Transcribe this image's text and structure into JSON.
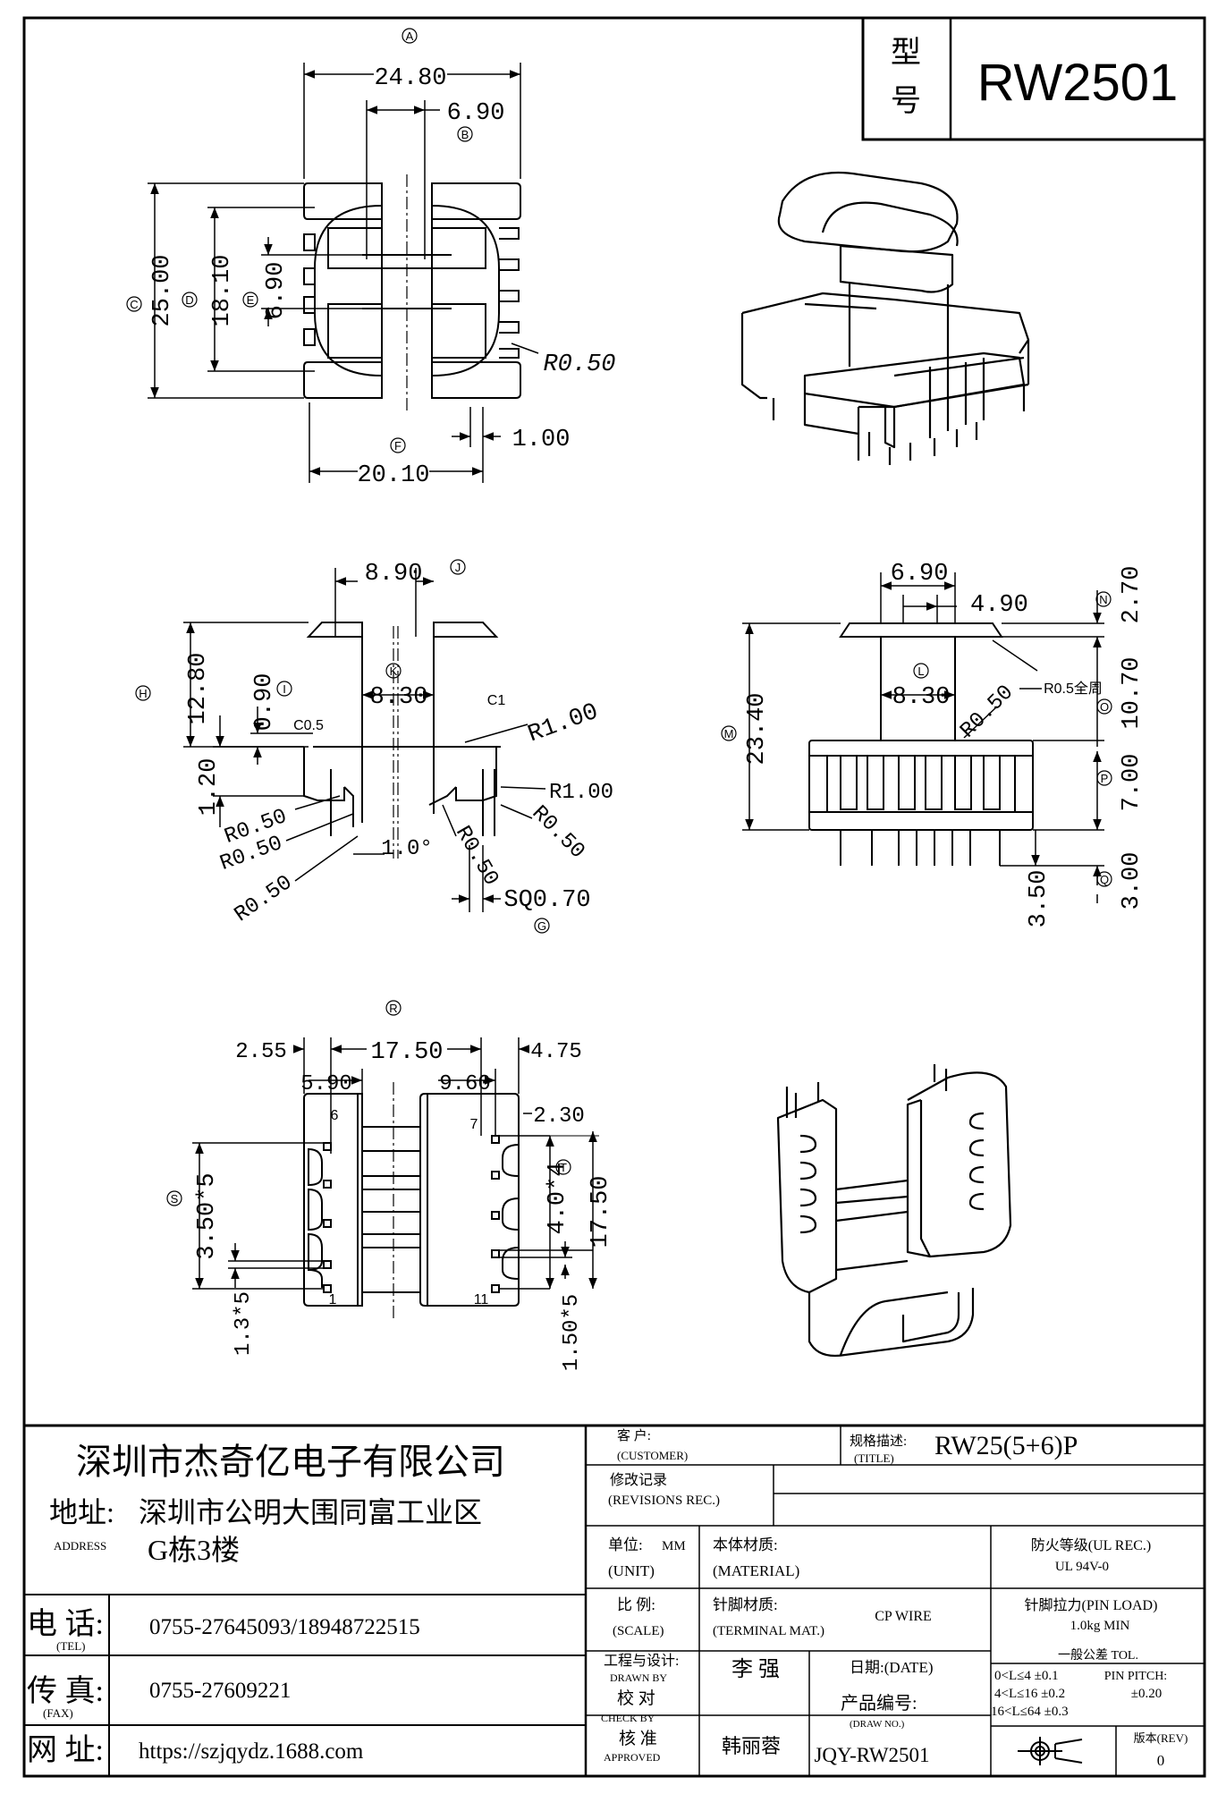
{
  "model": {
    "label_top": "型",
    "label_bottom": "号",
    "value": "RW2501"
  },
  "top_view": {
    "markers": [
      "A",
      "B",
      "C",
      "D",
      "E",
      "F"
    ],
    "dims": [
      "24.80",
      "6.90",
      "25.00",
      "18.10",
      "6.90",
      "R0.50",
      "1.00",
      "20.10"
    ]
  },
  "front_view": {
    "markers": [
      "J",
      "H",
      "I",
      "K",
      "G"
    ],
    "dims": [
      "8.90",
      "12.80",
      "0.90",
      "8.30",
      "C1",
      "R1.00",
      "C0.5",
      "1.20",
      "R1.00",
      "R0.50",
      "R0.50",
      "R0.50",
      "1.0°",
      "R0.50",
      "R0.50",
      "SQ0.70"
    ]
  },
  "side_view": {
    "markers": [
      "N",
      "L",
      "M",
      "O",
      "P",
      "Q"
    ],
    "dims": [
      "6.90",
      "4.90",
      "2.70",
      "8.30",
      "R0.50",
      "R0.5全周",
      "23.40",
      "10.70",
      "7.00",
      "3.50",
      "3.00"
    ]
  },
  "bottom_view": {
    "markers": [
      "R",
      "S",
      "T"
    ],
    "dims": [
      "2.55",
      "17.50",
      "4.75",
      "5.90",
      "9.60",
      "2.30",
      "3.50*5",
      "4.0*4",
      "17.50",
      "1.3*5",
      "1.50*5"
    ],
    "pins": [
      "6",
      "1",
      "7",
      "11"
    ]
  },
  "title_block": {
    "company": "深圳市杰奇亿电子有限公司",
    "address_label": "地址:",
    "address_label_en": "ADDRESS",
    "address_line1": "深圳市公明大围同富工业区",
    "address_line2": "G栋3楼",
    "tel_label": "电 话:",
    "tel_label_en": "(TEL)",
    "tel_value": "0755-27645093/18948722515",
    "fax_label": "传 真:",
    "fax_label_en": "(FAX)",
    "fax_value": "0755-27609221",
    "web_label": "网 址:",
    "web_value": "https://szjqydz.1688.com",
    "customer_label": "客 户:",
    "customer_label_en": "(CUSTOMER)",
    "spec_label": "规格描述:",
    "spec_label_en": "(TITLE)",
    "spec_value": "RW25(5+6)P",
    "revisions_label": "修改记录",
    "revisions_label_en": "(REVISIONS REC.)",
    "unit_label": "单位:",
    "unit_value": "MM",
    "unit_label_en": "(UNIT)",
    "material_label": "本体材质:",
    "material_label_en": "(MATERIAL)",
    "ul_label": "防火等级(UL REC.)",
    "ul_value": "UL 94V-0",
    "scale_label": "比 例:",
    "scale_label_en": "(SCALE)",
    "terminal_label": "针脚材质:",
    "terminal_label_en": "(TERMINAL MAT.)",
    "terminal_value": "CP WIRE",
    "pinload_label": "针脚拉力(PIN LOAD)",
    "pinload_value": "1.0kg MIN",
    "drawn_label": "工程与设计:",
    "drawn_label_en": "DRAWN BY",
    "drawn_value": "李 强",
    "date_label": "日期:(DATE)",
    "tol_title": "一般公差 TOL.",
    "tol_rows": [
      "0<L≤4  ±0.1",
      "4<L≤16 ±0.2",
      "16<L≤64 ±0.3"
    ],
    "pin_pitch_label": "PIN PITCH:",
    "pin_pitch_value": "±0.20",
    "check_label": "校 对",
    "check_label_en": "CHECK BY",
    "drawno_label": "产品编号:",
    "drawno_label_en": "(DRAW NO.)",
    "approved_label": "核 准",
    "approved_label_en": "APPROVED",
    "approved_value": "韩丽蓉",
    "drawno_value": "JQY-RW2501",
    "rev_label": "版本(REV)",
    "rev_value": "0"
  }
}
